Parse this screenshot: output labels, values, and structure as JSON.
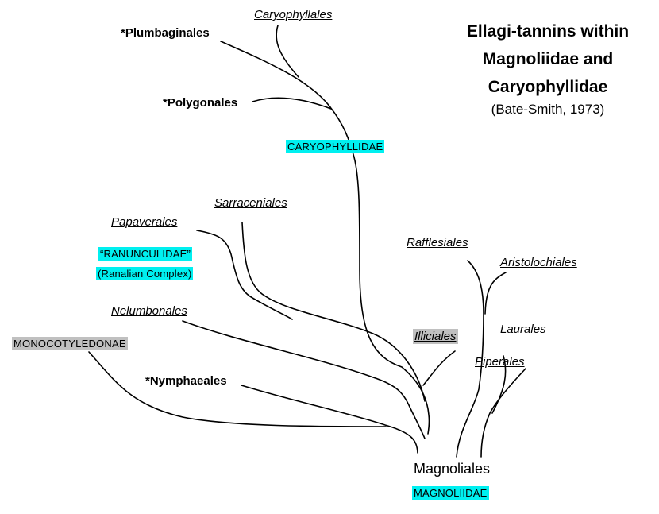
{
  "title": {
    "lines": [
      "Ellagi-tannins within",
      "Magnoliidae and",
      "Caryophyllidae"
    ],
    "citation": "(Bate-Smith, 1973)"
  },
  "labels": {
    "caryophyllales": "Caryophyllales",
    "plumbaginales": "*Plumbaginales",
    "polygonales": "*Polygonales",
    "caryophyllidae": "CARYOPHYLLIDAE",
    "sarraceniales": "Sarraceniales",
    "papaverales": "Papaverales",
    "ranunculidae": "“RANUNCULIDAE”",
    "ranalian_complex": "(Ranalian Complex)",
    "nelumbonales": "Nelumbonales",
    "monocotyledonae": "MONOCOTYLEDONAE",
    "nymphaeales": "*Nymphaeales",
    "rafflesiales": "Rafflesiales",
    "aristolochiales": "Aristolochiales",
    "illiciales": "Illiciales",
    "laurales": "Laurales",
    "piperales": "Piperales",
    "magnoliales": "Magnoliales",
    "magnoliidae": "MAGNOLIIDAE"
  },
  "colors": {
    "highlight_cyan": "#00f0f0",
    "highlight_gray": "#c0c0c0",
    "line": "#000000"
  }
}
